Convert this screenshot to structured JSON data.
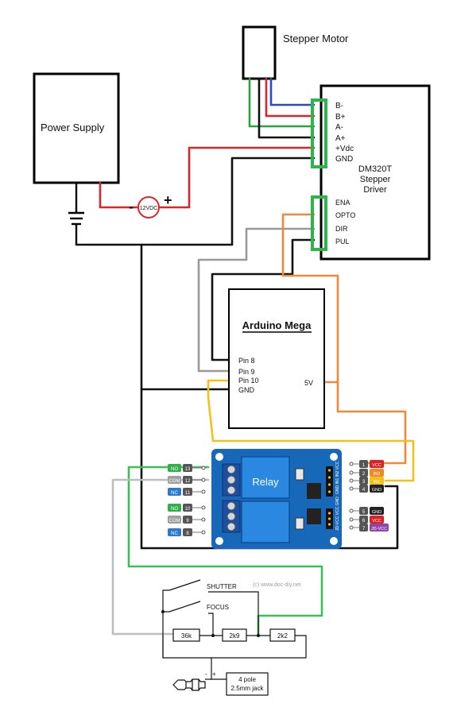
{
  "title_motor": "Stepper Motor",
  "power_supply": "Power Supply",
  "voltage_badge": "12VDC",
  "minus_sign": "-",
  "plus_sign": "+",
  "driver": {
    "name_1": "DM320T",
    "name_2": "Stepper",
    "name_3": "Driver",
    "top_pins": [
      "B-",
      "B+",
      "A-",
      "A+",
      "+Vdc",
      "GND"
    ],
    "ctrl_pins": [
      "ENA",
      "OPTO",
      "DIR",
      "PUL"
    ]
  },
  "arduino": {
    "name": "Arduino Mega",
    "pins": [
      "Pin 8",
      "Pin 9",
      "Pin 10",
      "GND"
    ],
    "five_v": "5V"
  },
  "relay": {
    "label": "Relay",
    "left_terminals": [
      {
        "name": "NO",
        "num": "13",
        "color": "#2fb04a"
      },
      {
        "name": "COM",
        "num": "12",
        "color": "#9e9e9e"
      },
      {
        "name": "NC",
        "num": "11",
        "color": "#2a7bd0"
      },
      {
        "name": "NO",
        "num": "10",
        "color": "#2fb04a"
      },
      {
        "name": "COM",
        "num": "9",
        "color": "#9e9e9e"
      },
      {
        "name": "NC",
        "num": "8",
        "color": "#2a7bd0"
      }
    ],
    "right_terminals": [
      {
        "num": "1",
        "name": "VCC",
        "color": "#e02020"
      },
      {
        "num": "2",
        "name": "IN2",
        "color": "#f08a24"
      },
      {
        "num": "3",
        "name": "IN1",
        "color": "#f2c21b"
      },
      {
        "num": "4",
        "name": "GND",
        "color": "#222222"
      },
      {
        "num": "5",
        "name": "GND",
        "color": "#222222"
      },
      {
        "num": "6",
        "name": "VCC",
        "color": "#e02020"
      },
      {
        "num": "7",
        "name": "JD-VCC",
        "color": "#8e44ad"
      }
    ],
    "header_text": "GND IN1 IN2 VCC",
    "header2_text": "JD-VCC VCC GND",
    "board_color": "#1768b8"
  },
  "camera": {
    "shutter": "SHUTTER",
    "focus": "FOCUS",
    "r1": "36k",
    "r2": "2k9",
    "r3": "2k2",
    "jack_line1": "4 pole",
    "jack_line2": "2.5mm jack",
    "jack_minus": "-",
    "jack_plus": "+",
    "credit": "(c) www.doc-diy.net"
  }
}
